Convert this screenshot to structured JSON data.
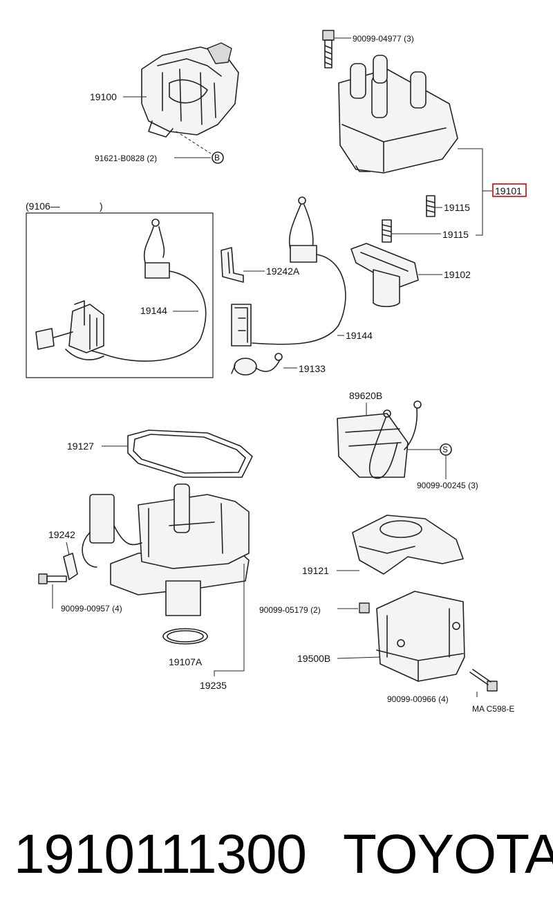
{
  "diagram": {
    "labels": {
      "distributor_assy": "19100",
      "o_ring_top": "91621-B0828 (2)",
      "circle_b": "B",
      "bracket_group": "(9106—",
      "bracket_close": ")",
      "wire_cord_left": "19144",
      "bolt_top": "90099-04977 (3)",
      "cap_assy": "19101",
      "spring_a": "19115",
      "spring_b": "19115",
      "rotor": "19102",
      "clip": "19242A",
      "wire_cord_right": "19144",
      "condenser": "19133",
      "igniter": "89620B",
      "circle_s": "S",
      "screw_igniter": "90099-00245 (3)",
      "gasket": "19127",
      "clamp": "19242",
      "screw_clamp": "90099-00957 (4)",
      "o_ring_housing": "19107A",
      "housing_assy": "19235",
      "cover": "19121",
      "nut": "90099-05179 (2)",
      "coil": "19500B",
      "screw_coil": "90099-00966 (4)",
      "diagram_code": "MA C598-E"
    },
    "highlight_color": "#d40000"
  },
  "footer": {
    "part_number": "1910111300",
    "brand": "TOYOTA"
  }
}
